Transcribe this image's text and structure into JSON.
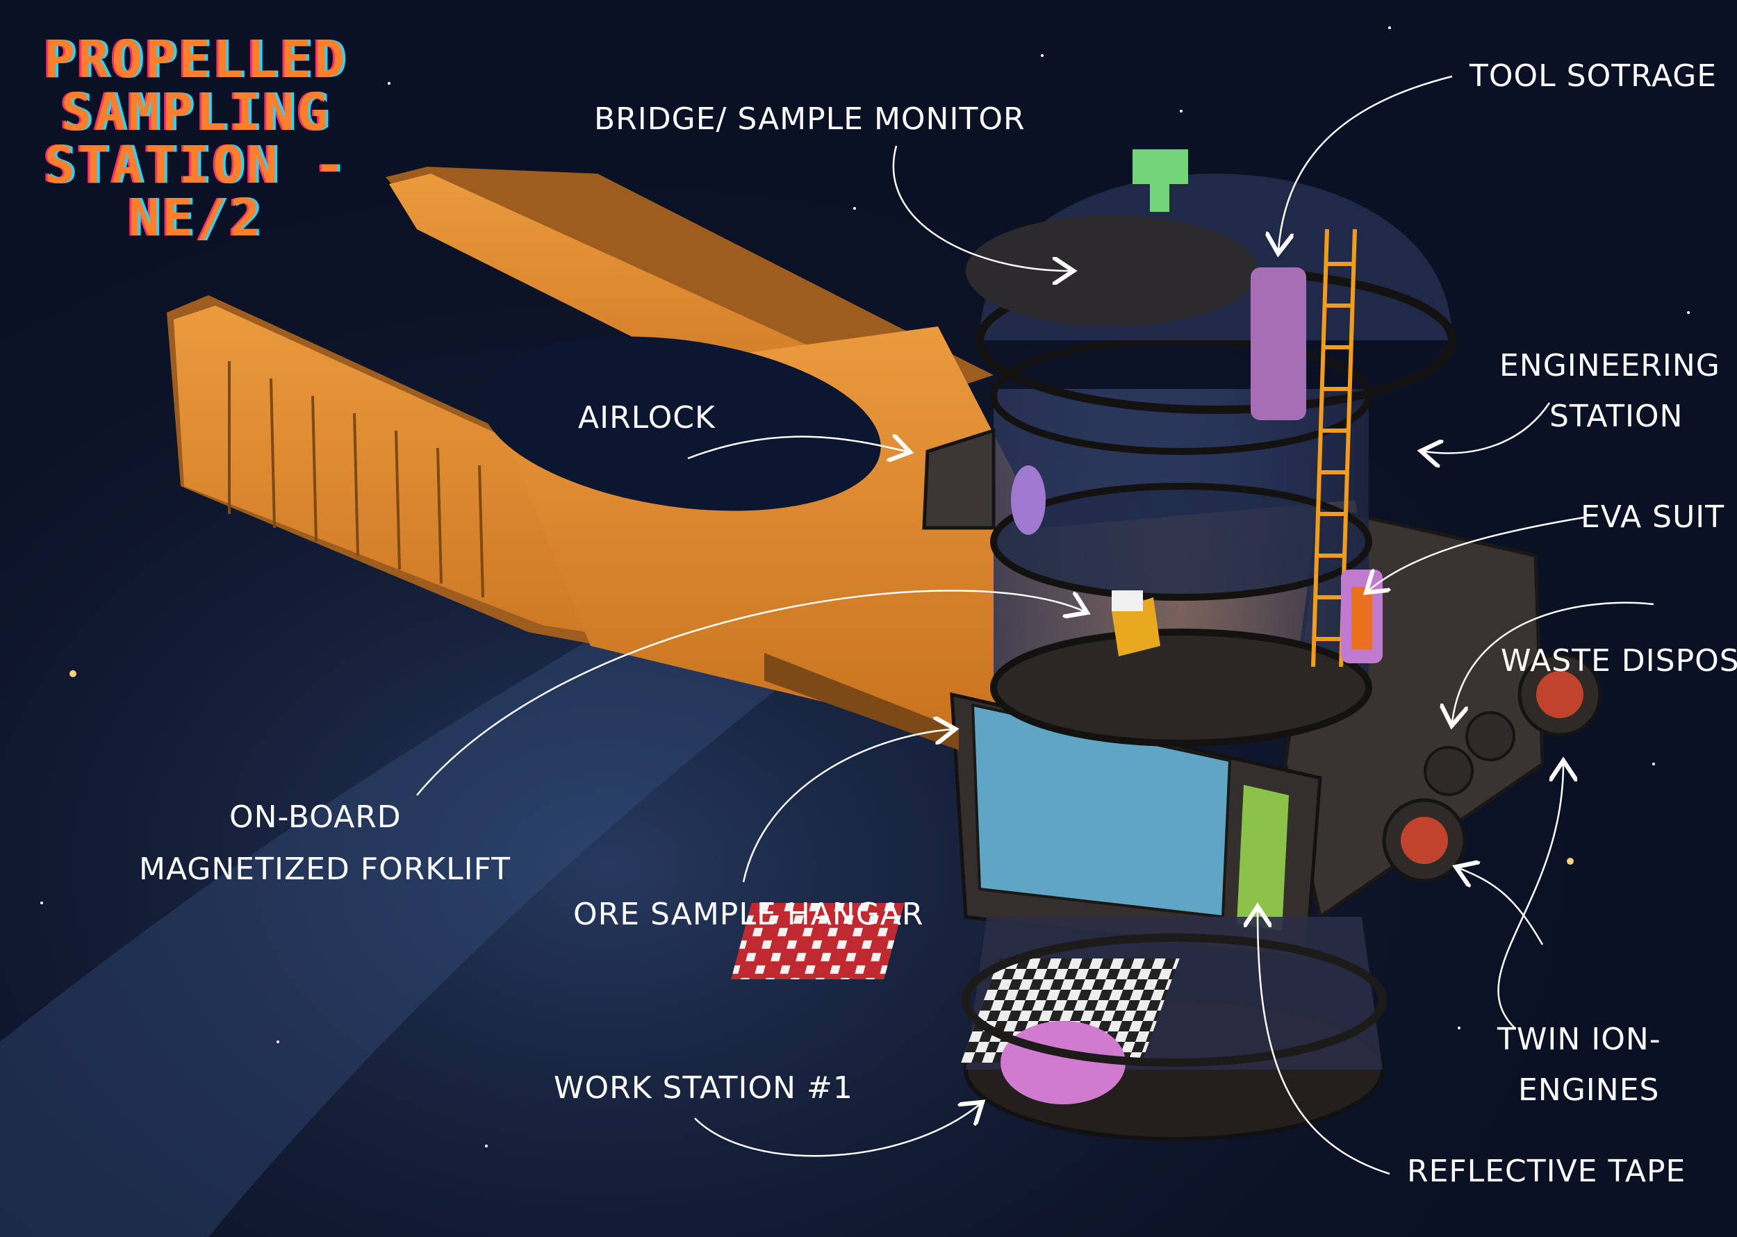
{
  "title_lines": [
    "PROPELLED",
    "SAMPLING",
    "STATION -",
    "NE/2"
  ],
  "labels": {
    "bridge": "BRIDGE/ SAMPLE MONITOR",
    "tool_storage": "TOOL SOTRAGE",
    "engineering_1": "ENGINEERING",
    "engineering_2": "STATION",
    "airlock": "AIRLOCK",
    "eva_suit": "EVA SUIT",
    "waste_disposal": "WASTE DISPOSAL",
    "forklift_1": "ON-BOARD",
    "forklift_2": "MAGNETIZED FORKLIFT",
    "ore_hangar": "ORE SAMPLE HANGAR",
    "ion_1": "TWIN ION-",
    "ion_2": "ENGINES",
    "work_station": "WORK STATION #1",
    "reflective_tape": "REFLECTIVE TAPE"
  },
  "colors": {
    "space": "#0b1124",
    "hull_orange": "#e08a2c",
    "hull_shadow": "#a85f1c",
    "dark_metal": "#2b2a2e",
    "glass": "#3b4e7a",
    "title": "#ff7f2a",
    "screen": "#5fa6c4",
    "tape": "#8bc34a"
  }
}
